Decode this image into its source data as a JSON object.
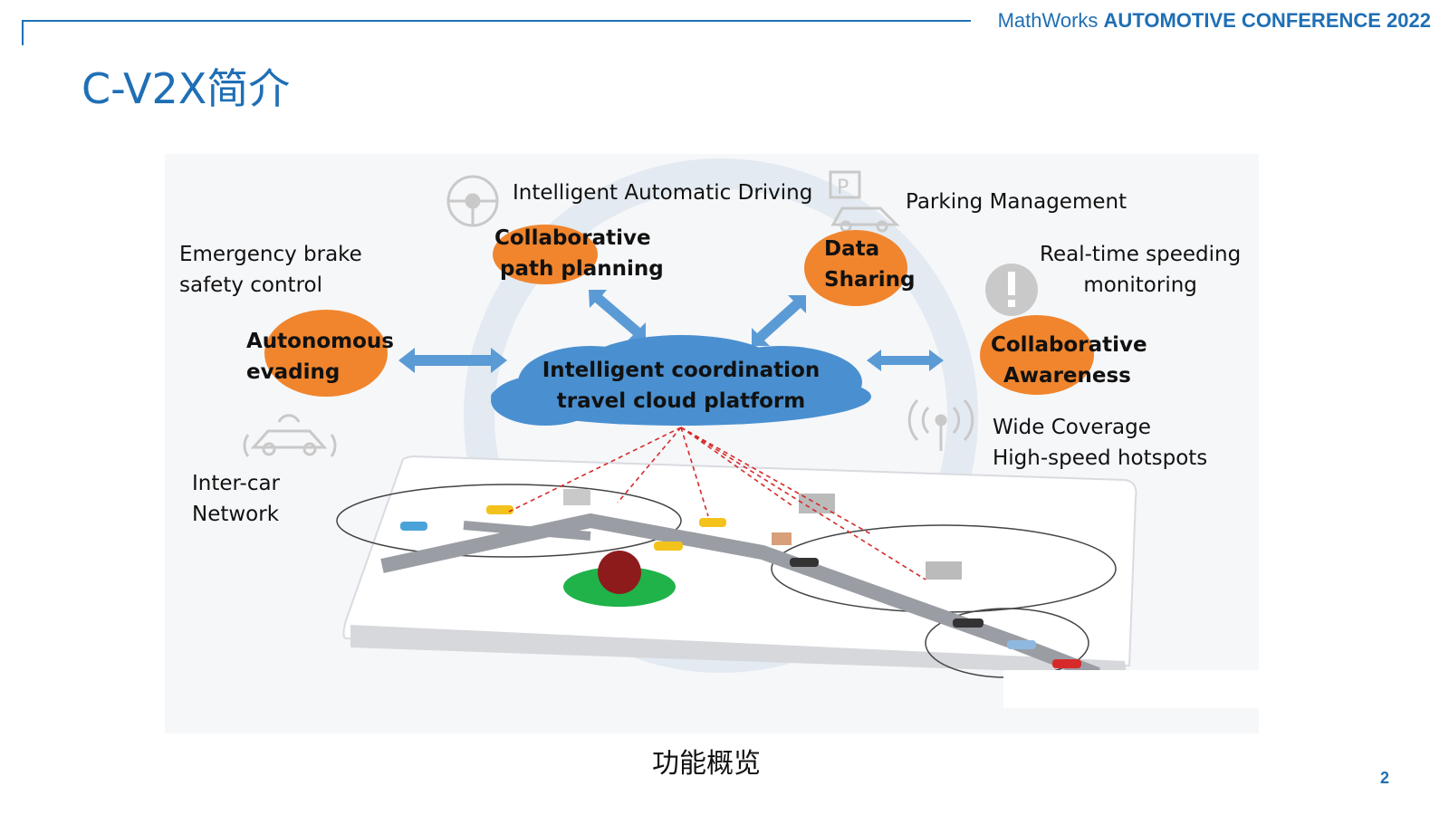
{
  "header": {
    "conference_brand": "MathWorks",
    "conference_name": "AUTOMOTIVE CONFERENCE 2022"
  },
  "slide": {
    "title": "C-V2X简介",
    "caption": "功能概览",
    "page_number": "2"
  },
  "diagram": {
    "center_platform": [
      "Intelligent coordination",
      "travel cloud platform"
    ],
    "nodes": {
      "collaborative_path_planning": [
        "Collaborative",
        "path planning"
      ],
      "data_sharing": [
        "Data",
        "Sharing"
      ],
      "autonomous_evading": [
        "Autonomous",
        "evading"
      ],
      "collaborative_awareness": [
        "Collaborative",
        "Awareness"
      ]
    },
    "labels": {
      "intelligent_automatic_driving": "Intelligent Automatic Driving",
      "parking_management": "Parking Management",
      "emergency_brake": [
        "Emergency brake",
        "safety control"
      ],
      "realtime_speeding": [
        "Real-time speeding",
        "monitoring"
      ],
      "wide_coverage": [
        "Wide Coverage",
        "High-speed hotspots"
      ],
      "inter_car": [
        "Inter-car",
        "Network"
      ]
    },
    "colors": {
      "accent_blue": "#1f6fb5",
      "node_orange": "#f0852d",
      "cloud_blue": "#4a90d0",
      "arrow_blue": "#5b9bd5"
    },
    "icons": [
      "steering-wheel-icon",
      "parking-car-icon",
      "warning-icon",
      "car-radar-icon",
      "antenna-icon"
    ]
  }
}
